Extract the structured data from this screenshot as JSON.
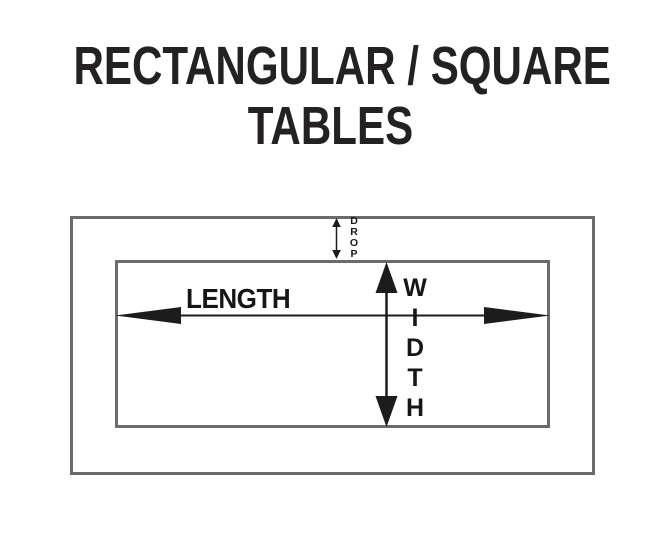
{
  "title": {
    "line1": "RECTANGULAR / SQUARE",
    "line2": "TABLES"
  },
  "diagram": {
    "length_label": "LENGTH",
    "width_label": "WIDTH",
    "drop_label": "DROP",
    "colors": {
      "outline_gray": "#696b6d",
      "ink_black": "#1c1c1c",
      "background": "#ffffff"
    }
  }
}
